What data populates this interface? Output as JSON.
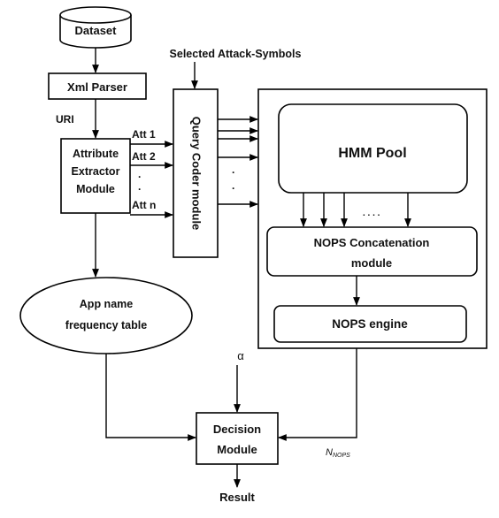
{
  "nodes": {
    "dataset": "Dataset",
    "xml_parser": "Xml Parser",
    "attribute_extractor": [
      "Attribute",
      "Extractor",
      "Module"
    ],
    "query_coder": "Query Coder module",
    "hmm_pool": "HMM Pool",
    "nops_concat": [
      "NOPS Concatenation",
      "module"
    ],
    "nops_engine": "NOPS engine",
    "app_name_table": [
      "App name",
      "frequency table"
    ],
    "decision": [
      "Decision",
      "Module"
    ]
  },
  "labels": {
    "selected_attack_symbols": "Selected Attack-Symbols",
    "uri": "URI",
    "att1": "Att 1",
    "att2": "Att 2",
    "attn": "Att n",
    "dot": ".",
    "dots_h": ". . . .",
    "alpha": "α",
    "n_nops_main": "N",
    "n_nops_sub": "NOPS",
    "result": "Result"
  }
}
